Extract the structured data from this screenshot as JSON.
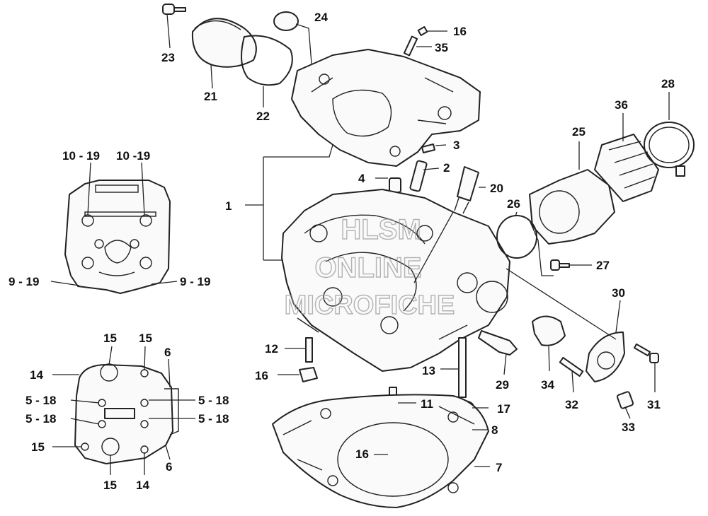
{
  "watermark": {
    "line1": "HLSM",
    "line2": "ONLINE",
    "line3": "MICROFICHE"
  },
  "labels": {
    "l1": "1",
    "l2": "2",
    "l3": "3",
    "l4": "4",
    "l5_18_a": "5 - 18",
    "l5_18_b": "5 - 18",
    "l5_18_c": "5 - 18",
    "l5_18_d": "5 - 18",
    "l6_a": "6",
    "l6_b": "6",
    "l7": "7",
    "l8": "8",
    "l9_19_a": "9 - 19",
    "l9_19_b": "9 - 19",
    "l10_19_a": "10 - 19",
    "l10_19_b": "10 -19",
    "l11": "11",
    "l12": "12",
    "l13": "13",
    "l14_a": "14",
    "l14_b": "14",
    "l15_a": "15",
    "l15_b": "15",
    "l15_c": "15",
    "l15_d": "15",
    "l16_a": "16",
    "l16_b": "16",
    "l16_c": "16",
    "l17": "17",
    "l20": "20",
    "l21": "21",
    "l22": "22",
    "l23": "23",
    "l24": "24",
    "l25": "25",
    "l26": "26",
    "l27": "27",
    "l28": "28",
    "l29": "29",
    "l30": "30",
    "l31": "31",
    "l32": "32",
    "l33": "33",
    "l34": "34",
    "l35": "35",
    "l36": "36"
  }
}
